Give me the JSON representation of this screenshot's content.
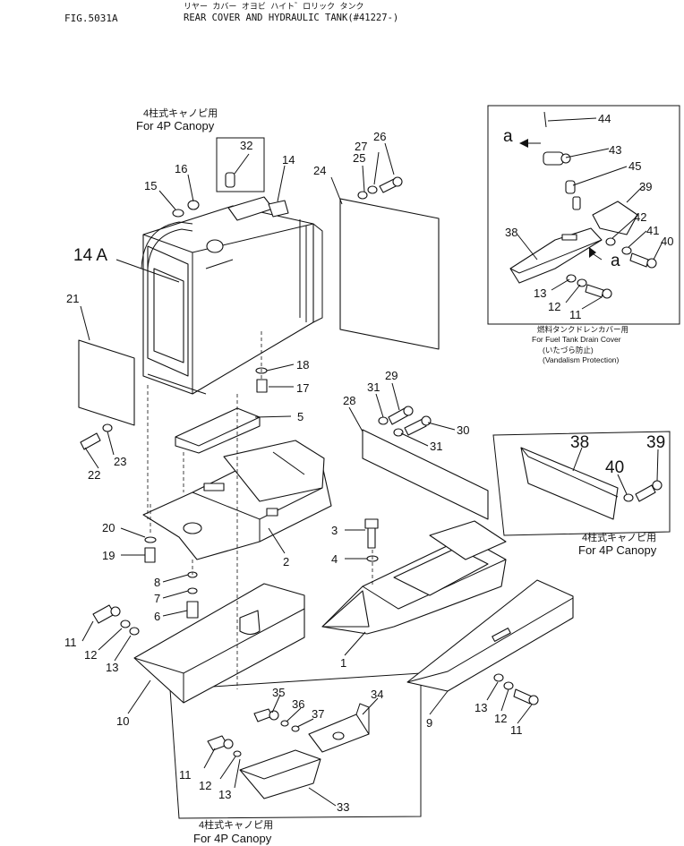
{
  "header": {
    "fig_no": "FIG.5031A",
    "jp_title": "リヤー カバー オヨビ ハイト゛ロリック タンク",
    "title": "REAR COVER AND HYDRAULIC TANK(#41227-)"
  },
  "captions": {
    "canopy_jp": "4柱式キャノピ用",
    "canopy_en": "For 4P Canopy",
    "drain_jp": "燃料タンクドレンカバー用",
    "drain_en": "For Fuel Tank Drain Cover",
    "vandal_jp": "(いたづら防止)",
    "vandal_en": "(Vandalism Protection)"
  },
  "callouts": {
    "p1": "1",
    "p2": "2",
    "p3": "3",
    "p4": "4",
    "p5": "5",
    "p6": "6",
    "p7": "7",
    "p8": "8",
    "p9": "9",
    "p10": "10",
    "p11": "11",
    "p12": "12",
    "p13": "13",
    "p14": "14",
    "p14a": "14 A",
    "p15": "15",
    "p16": "16",
    "p17": "17",
    "p18": "18",
    "p19": "19",
    "p20": "20",
    "p21": "21",
    "p22": "22",
    "p23": "23",
    "p24": "24",
    "p25": "25",
    "p26": "26",
    "p27": "27",
    "p28": "28",
    "p29": "29",
    "p30": "30",
    "p31": "31",
    "p32": "32",
    "p33": "33",
    "p34": "34",
    "p35": "35",
    "p36": "36",
    "p37": "37",
    "p38": "38",
    "p39": "39",
    "p40": "40",
    "p41": "41",
    "p42": "42",
    "p43": "43",
    "p44": "44",
    "p45": "45",
    "a": "a"
  }
}
